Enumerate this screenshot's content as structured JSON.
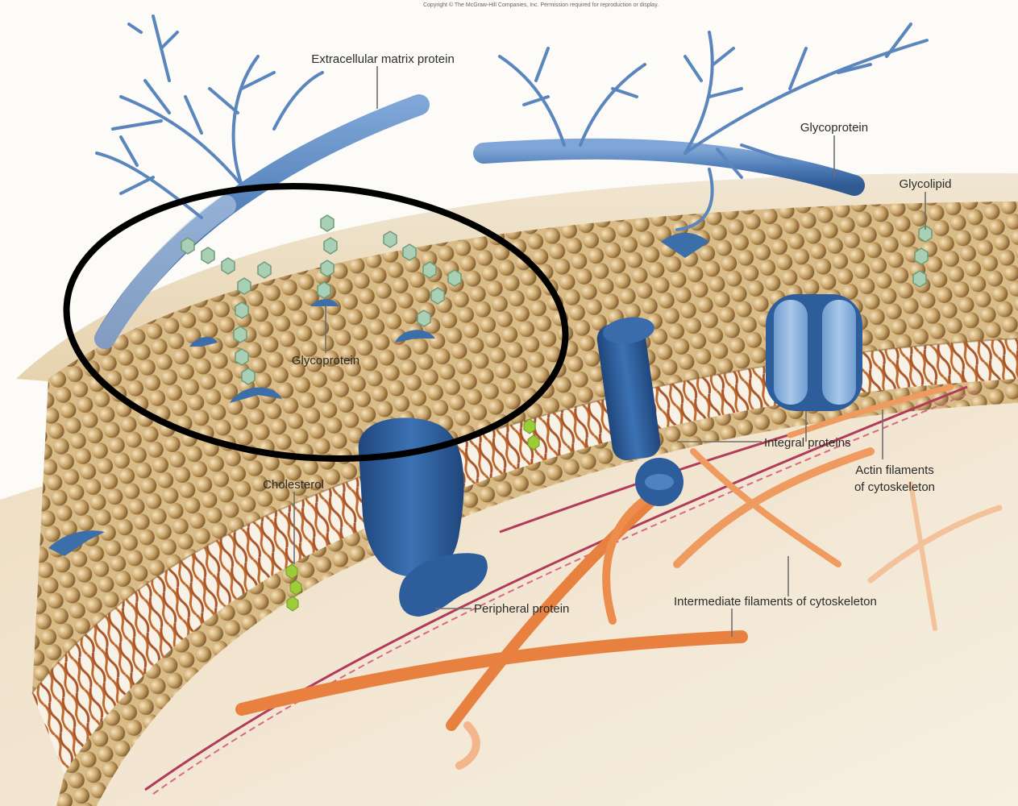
{
  "copyright": "Copyright © The McGraw-Hill Companies, Inc. Permission required for reproduction or display.",
  "labels": {
    "extracellular_matrix_protein": "Extracellular matrix protein",
    "glycoprotein_top": "Glycoprotein",
    "glycolipid": "Glycolipid",
    "glycoprotein_circled": "Glycoprotein",
    "cholesterol": "Cholesterol",
    "integral_proteins": "Integral proteins",
    "actin_filaments_line1": "Actin filaments",
    "actin_filaments_line2": "of cytoskeleton",
    "peripheral_protein": "Peripheral protein",
    "intermediate_filaments": "Intermediate filaments of cytoskeleton"
  },
  "colors": {
    "background": "#fdfbf7",
    "cytoplasm": "#efe2cc",
    "phospholipid_head": "#c8a46b",
    "lipid_tail": "#c0692d",
    "protein_dark": "#2d5d9a",
    "protein_light": "#8fb4dc",
    "ecm_fiber": "#5a86bd",
    "sugar": "#a9cfb4",
    "actin": "#b23a5a",
    "intermediate_filament": "#e8813f",
    "cholesterol": "#9ccc3a",
    "highlight_ring": "#000000"
  }
}
